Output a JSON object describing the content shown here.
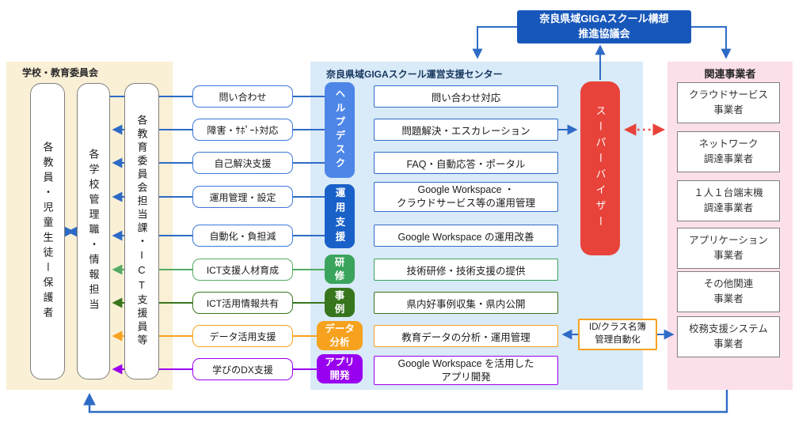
{
  "council": {
    "title": "奈良県域GIGAスクール構想\n推進協議会"
  },
  "left_panel": {
    "title": "学校・教育委員会",
    "groups": [
      {
        "label": "各教員・児童生徒ー保護者"
      },
      {
        "label": "各学校管理職・情報担当"
      },
      {
        "label": "各教育委員会担当課・ICT支援員等"
      }
    ]
  },
  "requests": [
    {
      "label": "問い合わせ",
      "color": "#3C78D8"
    },
    {
      "label": "障害・ｻﾎﾟｰﾄ対応",
      "color": "#3C78D8"
    },
    {
      "label": "自己解決支援",
      "color": "#3C78D8"
    },
    {
      "label": "運用管理・設定",
      "color": "#3C78D8"
    },
    {
      "label": "自動化・負担減",
      "color": "#3C78D8"
    },
    {
      "label": "ICT支援人材育成",
      "color": "#55AB63"
    },
    {
      "label": "ICT活用情報共有",
      "color": "#38761D"
    },
    {
      "label": "データ活用支援",
      "color": "#F6A21E"
    },
    {
      "label": "学びのDX支援",
      "color": "#9900F0"
    }
  ],
  "center_panel": {
    "title": "奈良県域GIGAスクール運営支援センター",
    "categories": [
      {
        "label": "ヘルプデスク",
        "color": "#4E86E8"
      },
      {
        "label": "運用支援",
        "color": "#1961C8"
      },
      {
        "label": "研\n修",
        "color": "#3AA45C"
      },
      {
        "label": "事\n例",
        "color": "#38761D"
      },
      {
        "label": "データ\n分析",
        "color": "#F6A21E"
      },
      {
        "label": "アプリ\n開発",
        "color": "#9900F0"
      }
    ],
    "services": [
      {
        "label": "問い合わせ対応"
      },
      {
        "label": "問題解決・エスカレーション"
      },
      {
        "label": "FAQ・自動応答・ポータル"
      },
      {
        "label": "Google Workspace ・\nクラウドサービス等の運用管理"
      },
      {
        "label": "Google Workspace の運用改善"
      },
      {
        "label": "技術研修・技術支援の提供"
      },
      {
        "label": "県内好事例収集・県内公開"
      },
      {
        "label": "教育データの分析・運用管理"
      },
      {
        "label": "Google Workspace を活用した\nアプリ開発"
      }
    ]
  },
  "supervisor": {
    "label": "スーパーバイザー"
  },
  "right_panel": {
    "title": "関連事業者",
    "vendors": [
      {
        "label": "クラウドサービス\n事業者"
      },
      {
        "label": "ネットワーク\n調達事業者"
      },
      {
        "label": "１人１台端末機\n調達事業者"
      },
      {
        "label": "アプリケーション\n事業者"
      },
      {
        "label": "その他関連\n事業者"
      },
      {
        "label": "校務支援システム\n事業者"
      }
    ]
  },
  "id_automation": {
    "label": "ID/クラス名簿\n管理自動化"
  },
  "colors": {
    "council_blue": "#1757BA",
    "arrow_blue": "#2E6BC6",
    "panel_left_bg": "#FAF0D6",
    "panel_center_bg": "#D9EAF8",
    "panel_right_bg": "#FBDFE9",
    "supervisor_red": "#E8433A",
    "green": "#55AB63",
    "dark_green": "#38761D",
    "orange": "#F6A21E",
    "purple": "#9900F0"
  }
}
